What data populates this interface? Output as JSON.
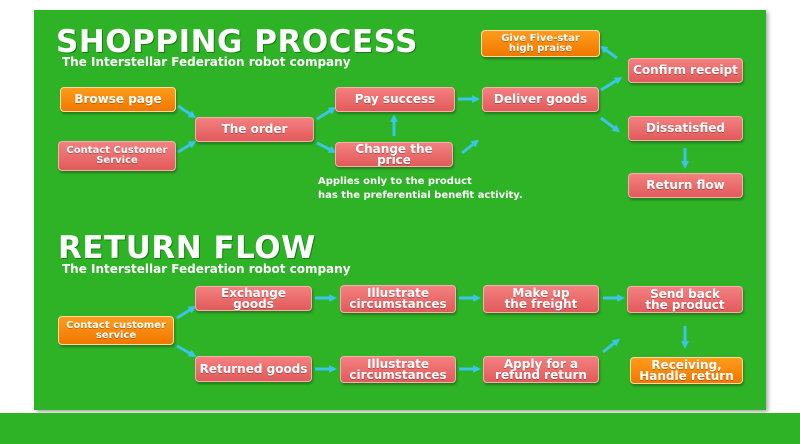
{
  "shopping": {
    "title": "SHOPPING PROCESS",
    "subtitle": "The Interstellar Federation robot company",
    "nodes": {
      "browse_page": "Browse page",
      "contact_customer_service": "Contact Customer\nService",
      "the_order": "The order",
      "pay_success": "Pay success",
      "change_price": "Change the price",
      "deliver_goods": "Deliver goods",
      "give_five_star": "Give  Five-star\nhigh praise",
      "confirm_receipt": "Confirm receipt",
      "dissatisfied": "Dissatisfied",
      "return_flow": "Return flow"
    },
    "note_line1": "Applies only to the product",
    "note_line2": "has the preferential benefit activity."
  },
  "return_flow": {
    "title": "RETURN FLOW",
    "subtitle": "The Interstellar Federation robot company",
    "nodes": {
      "contact_customer_service": "Contact customer\nservice",
      "exchange_goods": "Exchange goods",
      "returned_goods": "Returned goods",
      "illustrate_1": "Illustrate\ncircumstances",
      "illustrate_2": "Illustrate\ncircumstances",
      "make_up_freight": "Make up\nthe freight",
      "apply_refund": "Apply for a\nrefund return",
      "send_back": "Send back\nthe product",
      "receiving": "Receiving,\nHandle return"
    }
  },
  "colors": {
    "background": "#2eb226",
    "step_box": "#e86464",
    "start_end_box": "#f58a0b",
    "arrow": "#39c6e8",
    "text": "#ffffff"
  }
}
